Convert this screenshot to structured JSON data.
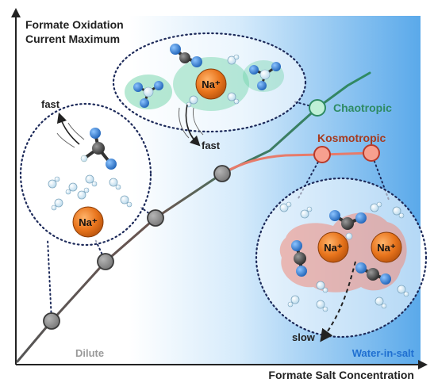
{
  "axes": {
    "y_label_line1": "Formate Oxidation",
    "y_label_line2": "Current Maximum",
    "x_label": "Formate Salt Concentration"
  },
  "regions": {
    "dilute": "Dilute",
    "water_in_salt": "Water-in-salt"
  },
  "curves": {
    "chaotropic": "Chaotropic",
    "kosmotropic": "Kosmotropic"
  },
  "annotations": {
    "fast_left": "fast",
    "fast_top": "fast",
    "slow": "slow"
  },
  "ions": {
    "sodium": "Na⁺"
  },
  "colors": {
    "chaotropic": "#2e8b63",
    "kosmotropic": "#e66a55",
    "water_in_salt_text": "#1f6fd1",
    "dilute_text": "#9a9a9a",
    "background_gradient_end": "#5aa9ea",
    "sodium_ion": "#e8741c",
    "carbon": "#4a4a4a",
    "oxygen": "#2f7fd6"
  }
}
